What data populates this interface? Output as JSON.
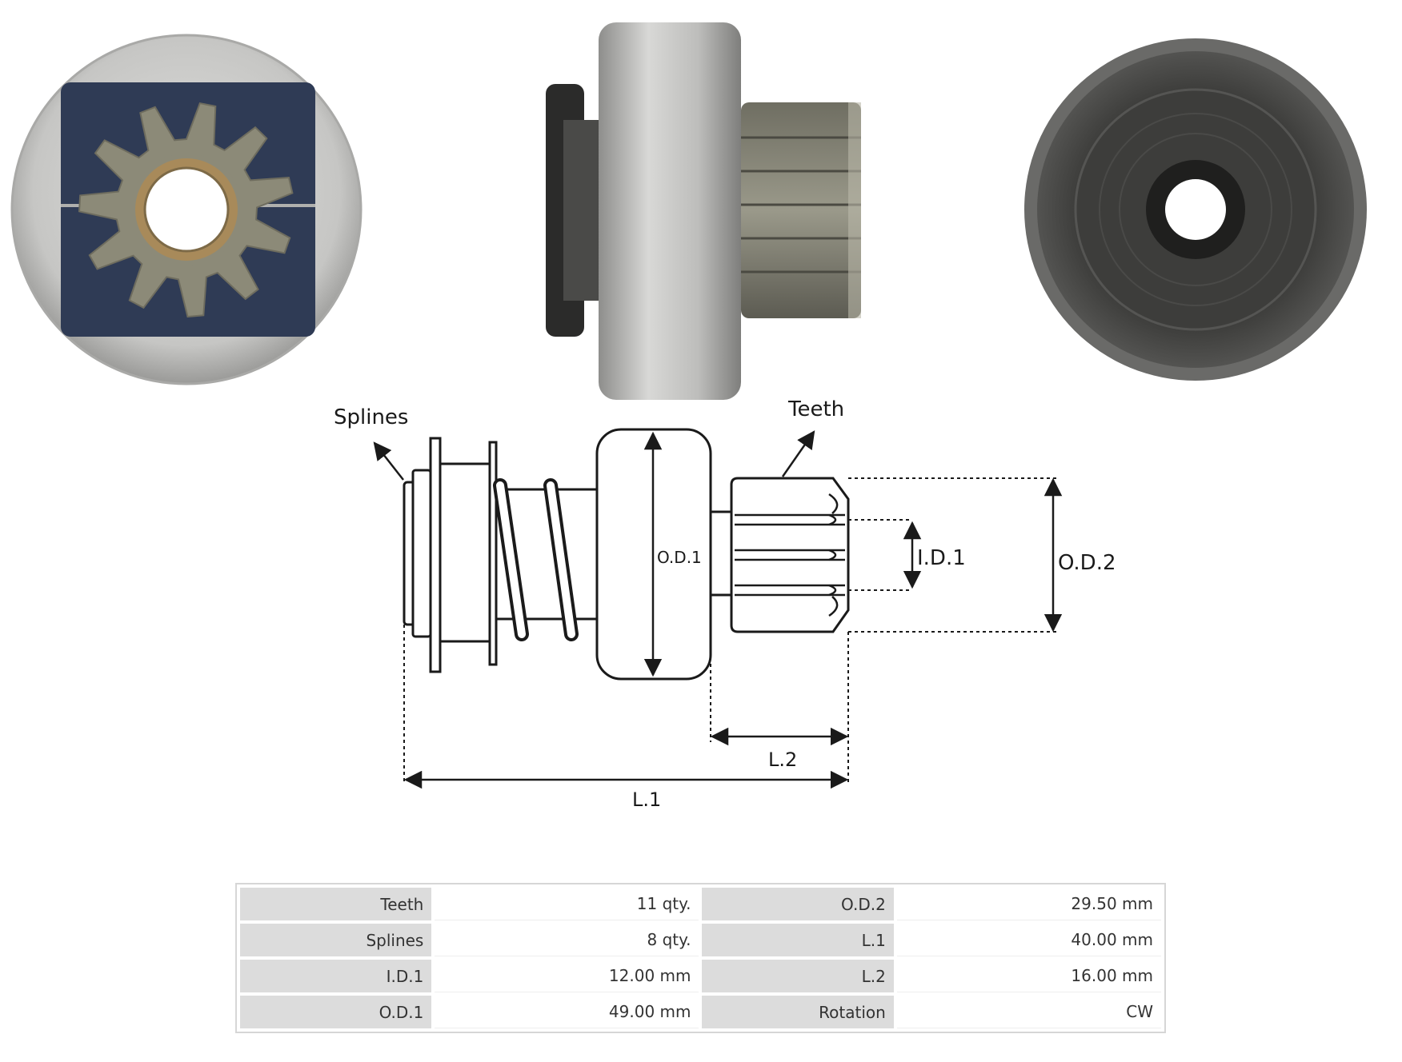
{
  "colors": {
    "steel_light": "#c9c9c7",
    "steel_dark": "#8f8f8d",
    "blue_plate": "#2f3b55",
    "bronze": "#a88a5a",
    "gear": "#8c8a78",
    "dark_face": "#3a3a38",
    "line": "#1a1a1a",
    "table_label_bg": "#dcdcdc"
  },
  "photos": [
    {
      "name": "front-view-photo",
      "icon": "pinion-front-photo"
    },
    {
      "name": "side-view-photo",
      "icon": "pinion-side-photo"
    },
    {
      "name": "rear-view-photo",
      "icon": "pinion-rear-photo"
    }
  ],
  "diagram": {
    "callouts": {
      "splines": "Splines",
      "teeth": "Teeth"
    },
    "dimensions": {
      "od1": "O.D.1",
      "id1": "I.D.1",
      "od2": "O.D.2",
      "l1": "L.1",
      "l2": "L.2"
    }
  },
  "specs": {
    "rows": [
      {
        "label_left": "Teeth",
        "value_left": "11 qty.",
        "label_right": "O.D.2",
        "value_right": "29.50 mm"
      },
      {
        "label_left": "Splines",
        "value_left": "8 qty.",
        "label_right": "L.1",
        "value_right": "40.00 mm"
      },
      {
        "label_left": "I.D.1",
        "value_left": "12.00 mm",
        "label_right": "L.2",
        "value_right": "16.00 mm"
      },
      {
        "label_left": "O.D.1",
        "value_left": "49.00 mm",
        "label_right": "Rotation",
        "value_right": "CW"
      }
    ]
  }
}
